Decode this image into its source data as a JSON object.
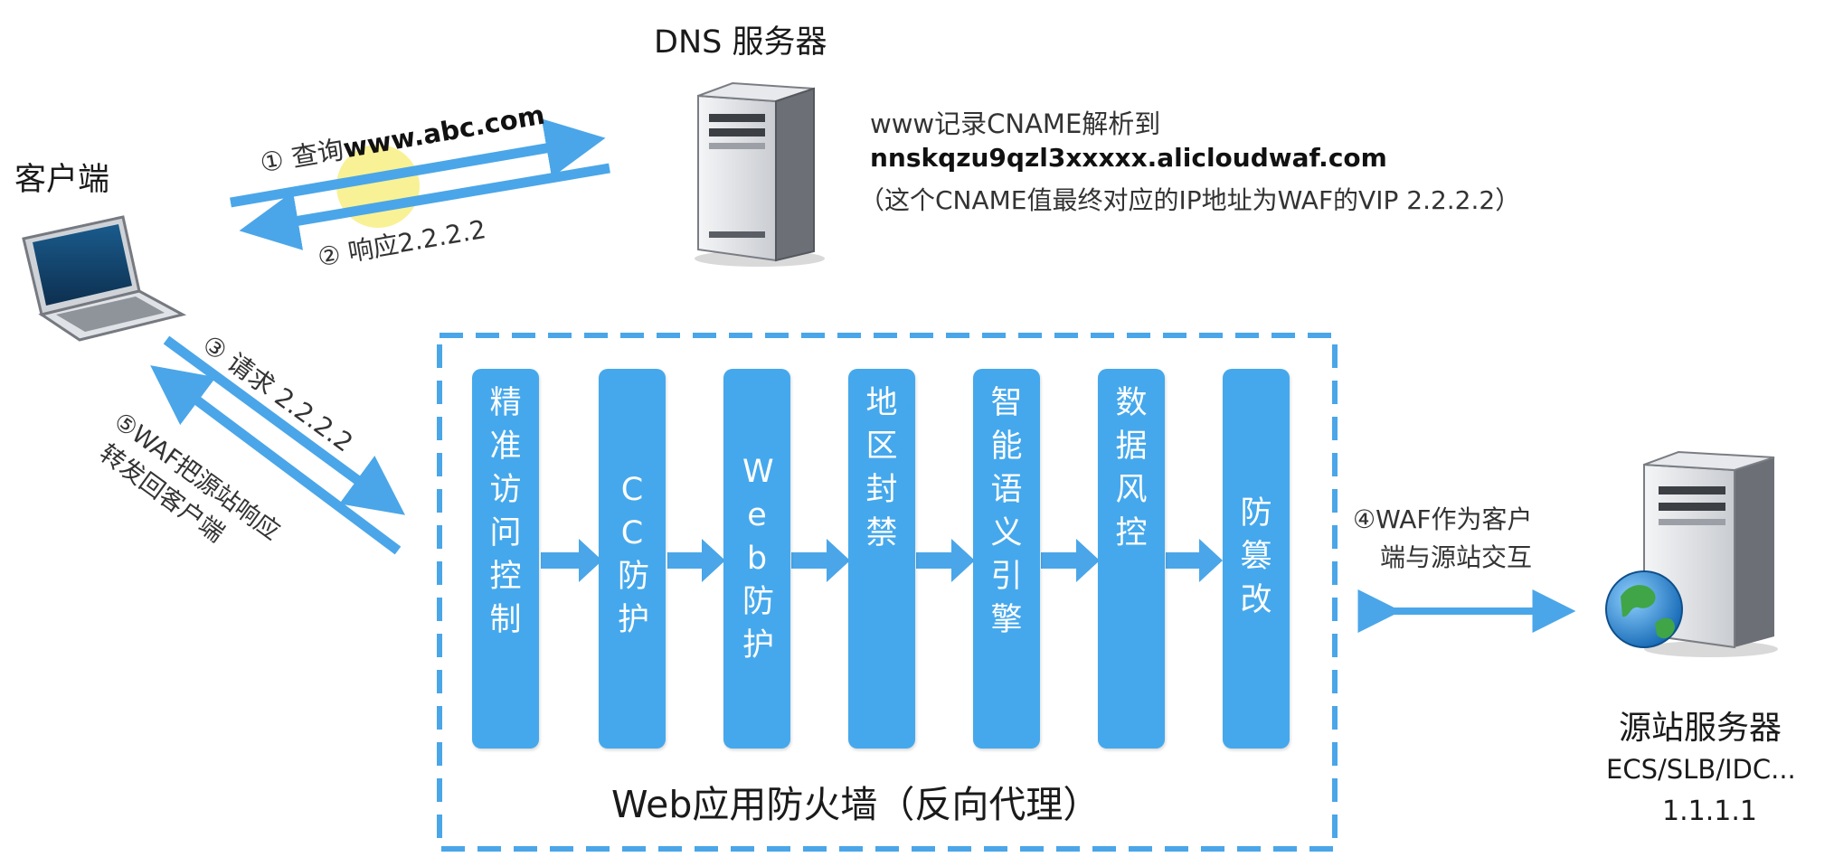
{
  "dns": {
    "title": "DNS 服务器",
    "icon": "server-icon",
    "record_line1": "www记录CNAME解析到",
    "record_line2": "nnskqzu9qzl3xxxxx.alicloudwaf.com",
    "record_line3": "（这个CNAME值最终对应的IP地址为WAF的VIP  2.2.2.2）"
  },
  "client": {
    "title": "客户端",
    "icon": "laptop-icon"
  },
  "steps": {
    "s1_num": "①",
    "s1_text": "查询",
    "s1_domain": "www.abc.com",
    "s2_num": "②",
    "s2_text": "响应2.2.2.2",
    "s3_num": "③",
    "s3_text": "请求 2.2.2.2",
    "s5_num": "⑤",
    "s5_line1": "WAF把源站响应",
    "s5_line2": "转发回客户端",
    "s4_num": "④",
    "s4_line1": "WAF作为客户",
    "s4_line2": "端与源站交互"
  },
  "waf": {
    "title": "Web应用防火墙（反向代理）",
    "modules": [
      {
        "label": "精准访问控制"
      },
      {
        "label": "CC防护"
      },
      {
        "label": "Web防护"
      },
      {
        "label": "地区封禁"
      },
      {
        "label": "智能语义引擎"
      },
      {
        "label": "数据风控"
      },
      {
        "label": "防篡改"
      }
    ]
  },
  "origin": {
    "title": "源站服务器",
    "subtitle": "ECS/SLB/IDC...",
    "ip": "1.1.1.1",
    "icon": "globe-server-icon"
  },
  "colors": {
    "accent": "#45a8ec",
    "arrow": "#4aa6e8",
    "highlight": "#f7ee7a"
  }
}
